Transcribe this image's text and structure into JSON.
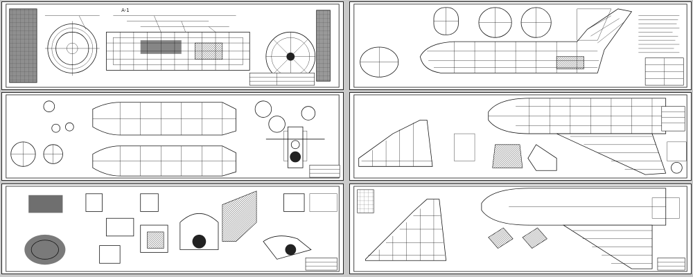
{
  "sheets": [
    {
      "id": "sheet-1",
      "label": "A-1"
    },
    {
      "id": "sheet-2"
    },
    {
      "id": "sheet-3"
    },
    {
      "id": "sheet-4"
    },
    {
      "id": "sheet-5"
    },
    {
      "id": "sheet-6"
    }
  ]
}
